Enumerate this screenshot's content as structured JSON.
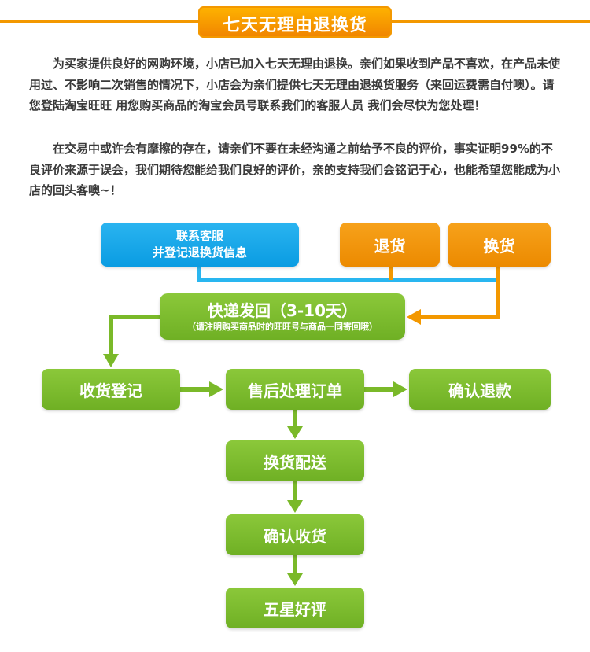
{
  "header": {
    "title": "七天无理由退换货",
    "accent_color": "#f39800"
  },
  "paragraphs": [
    "为买家提供良好的网购环境，小店已加入七天无理由退换。亲们如果收到产品不喜欢，在产品未使用过、不影响二次销售的情况下，小店会为亲们提供七天无理由退换货服务（来回运费需自付噢）。请您登陆淘宝旺旺 用您购买商品的淘宝会员号联系我们的客服人员 我们会尽快为您处理！",
    "在交易中或许会有摩擦的存在，请亲们不要在未经沟通之前给予不良的评价，事实证明99%的不良评价来源于误会，我们期待您能给我们良好的评价，亲的支持我们会铭记于心，也能希望您能成为小店的回头客噢~！"
  ],
  "flow": {
    "contact_line1": "联系客服",
    "contact_line2": "并登记退换货信息",
    "return": "退货",
    "exchange": "换货",
    "ship_back": "快递发回（3-10天）",
    "ship_back_note": "（请注明购买商品时的旺旺号与商品一同寄回哦）",
    "receive_register": "收货登记",
    "aftersale_process": "售后处理订单",
    "confirm_refund": "确认退款",
    "exchange_delivery": "换货配送",
    "confirm_receipt": "确认收货",
    "five_star_review": "五星好评"
  },
  "colors": {
    "blue": "#0a9ce2",
    "orange": "#ec8a00",
    "green": "#7ab929",
    "connector_blue": "#29b6f0",
    "connector_orange": "#f39800",
    "connector_green": "#7ab929"
  }
}
